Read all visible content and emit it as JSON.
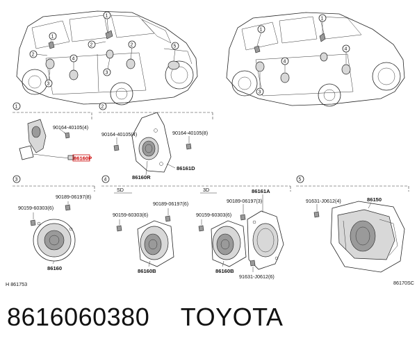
{
  "footer": {
    "part_number": "8616060380",
    "brand": "TOYOTA"
  },
  "callouts": {
    "c1": "1",
    "c2": "2",
    "c3": "3",
    "c4": "4",
    "c5": "5"
  },
  "sections": {
    "s1": "1",
    "s2": "2",
    "s3": "4",
    "s4": "5",
    "sd": "SD",
    "3d": "3D"
  },
  "parts": {
    "p90164_a": "90164-40105(4)",
    "p86160p": "86160P",
    "p90164_b": "90164-40105(4)",
    "p90164_c": "90164-40105(8)",
    "p86160r": "86160R",
    "p86161d": "86161D",
    "p90189_a": "90189-06197(8)",
    "p90159_a": "90159-60303(6)",
    "p86160": "86160",
    "p90189_b": "90189-06197(6)",
    "p90159_b": "90159-60303(6)",
    "p86160b_a": "86160B",
    "p86161a": "86161A",
    "p90189_c": "90189-06197(3)",
    "p90159_c": "90159-60303(6)",
    "p86160b_b": "86160B",
    "p91631_a": "91631-J0612(6)",
    "p91631_b": "91631-J0612(4)",
    "p86150": "86150"
  },
  "codes": {
    "left": "H 861753",
    "right": "86170SC"
  }
}
